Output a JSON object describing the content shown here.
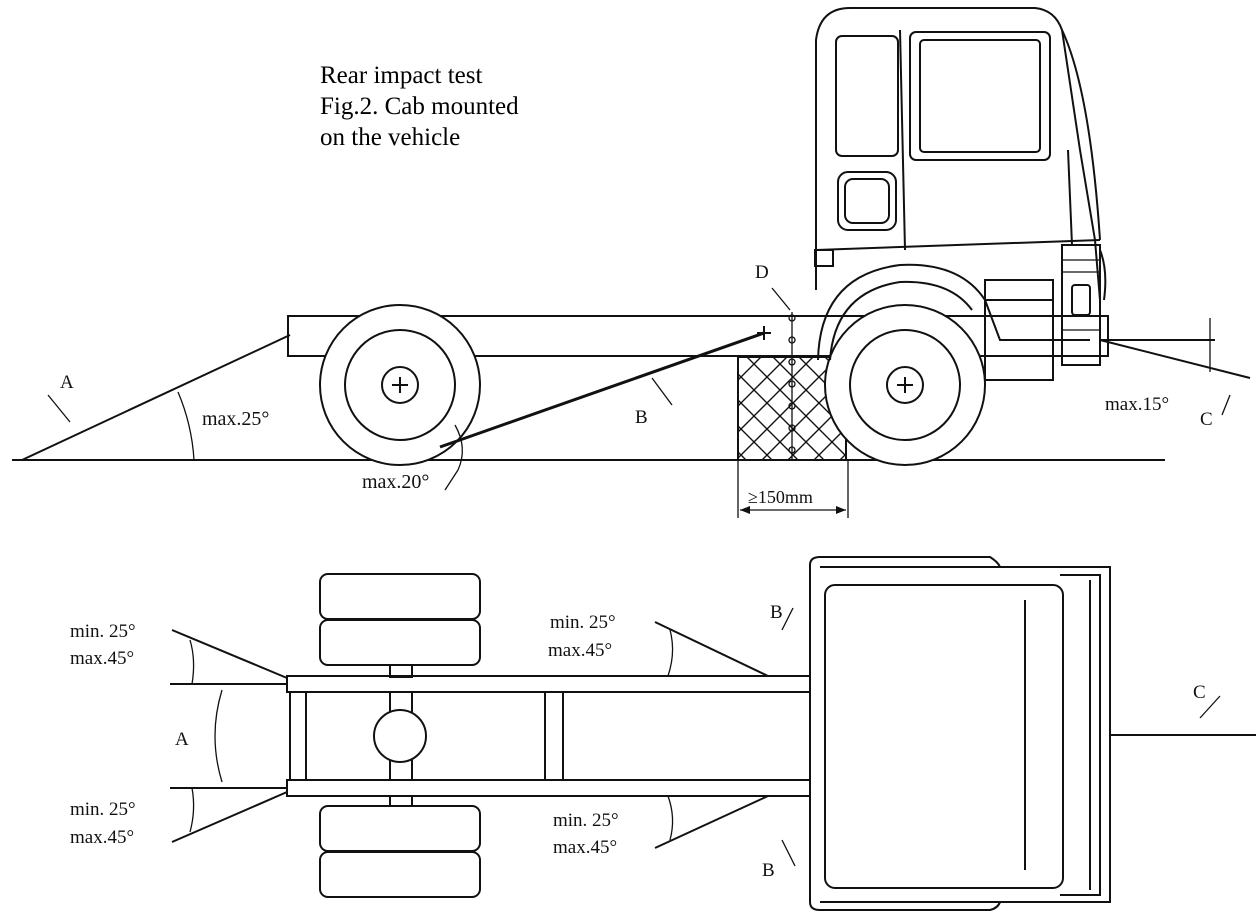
{
  "caption": {
    "line1": "Rear impact test",
    "line2": "Fig.2. Cab mounted",
    "line3": "on the vehicle"
  },
  "side_view": {
    "label_A": "A",
    "label_B": "B",
    "label_C": "C",
    "label_D": "D",
    "angle_ramp": "max.25°",
    "angle_rope": "max.20°",
    "angle_front": "max.15°",
    "block_width": "≥150mm"
  },
  "top_view": {
    "label_A": "A",
    "label_B_top": "B",
    "label_B_bottom": "B",
    "label_C": "C",
    "left_top_min": "min. 25°",
    "left_top_max": "max.45°",
    "left_bottom_min": "min. 25°",
    "left_bottom_max": "max.45°",
    "right_top_min": "min. 25°",
    "right_top_max": "max.45°",
    "right_bottom_min": "min. 25°",
    "right_bottom_max": "max.45°"
  }
}
